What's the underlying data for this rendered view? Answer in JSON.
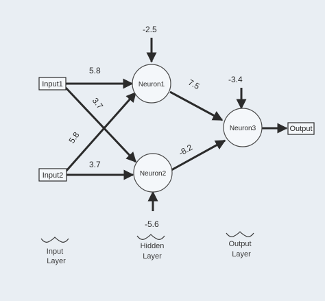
{
  "nodes": {
    "input1": "Input1",
    "input2": "Input2",
    "neuron1": "Neuron1",
    "neuron2": "Neuron2",
    "neuron3": "Neuron3",
    "output": "Output"
  },
  "weights": {
    "in1_n1": "5.8",
    "in1_n2": "3.7",
    "in2_n1": "5.8",
    "in2_n2": "3.7",
    "n1_n3": "7.5",
    "n2_n3": "-8.2"
  },
  "biases": {
    "neuron1": "-2.5",
    "neuron2": "-5.6",
    "neuron3": "-3.4"
  },
  "layers": {
    "input": [
      "Input",
      "Layer"
    ],
    "hidden": [
      "Hidden",
      "Layer"
    ],
    "output": [
      "Output",
      "Layer"
    ]
  },
  "colors": {
    "background": "#e9eef3",
    "stroke": "#2b2b2b",
    "node_fill": "#f4f7fa"
  }
}
